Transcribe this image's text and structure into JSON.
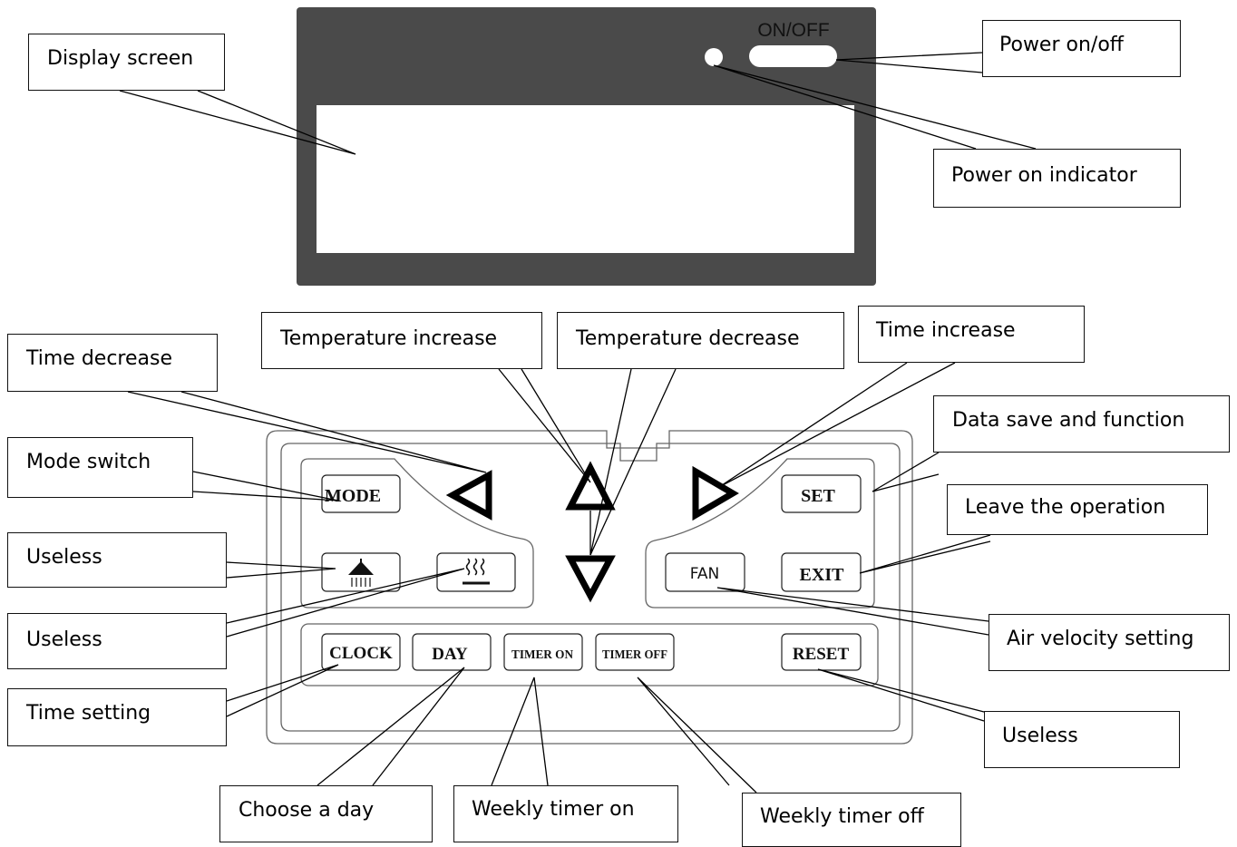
{
  "display_unit": {
    "onoff_label": "ON/OFF"
  },
  "keys": {
    "mode": "MODE",
    "set": "SET",
    "fan": "FAN",
    "exit": "EXIT",
    "clock": "CLOCK",
    "day": "DAY",
    "timer_on": "TIMER ON",
    "timer_off": "TIMER OFF",
    "reset": "RESET"
  },
  "callouts": {
    "display_screen": "Display screen",
    "power_onoff": "Power on/off",
    "power_indicator": "Power on indicator",
    "time_decrease": "Time decrease",
    "temperature_increase": "Temperature increase",
    "temperature_decrease": "Temperature decrease",
    "time_increase": "Time increase",
    "data_save": "Data save and function",
    "mode_switch": "Mode switch",
    "leave_operation": "Leave the operation",
    "useless_1": "Useless",
    "useless_2": "Useless",
    "air_velocity": "Air velocity setting",
    "time_setting": "Time setting",
    "useless_3": "Useless",
    "choose_day": "Choose a day",
    "weekly_timer_on": "Weekly timer on",
    "weekly_timer_off": "Weekly timer off"
  },
  "icons": {
    "shower": "shower-icon",
    "heat": "heat-waves-icon"
  },
  "colors": {
    "panel_dark": "#4a4a4a",
    "line": "#111111",
    "outline": "#666666"
  }
}
